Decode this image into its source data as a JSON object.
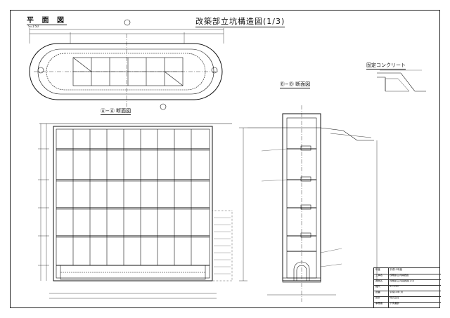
{
  "title": "改築部立坑構造図(1/3)",
  "plan": {
    "heading": "平 面 図",
    "scale": "S=1:50"
  },
  "section_aa": {
    "title": "Ⓐ−Ⓐ 断面図"
  },
  "section_bb": {
    "title": "Ⓑ−Ⓑ 断面図"
  },
  "fixed_concrete": {
    "title": "固定コンクリート"
  },
  "title_block": {
    "rows": [
      {
        "key": "年度",
        "value": "平成13年度"
      },
      {
        "key": "工事名",
        "value": "改築部立坑構造図"
      },
      {
        "key": "図面名",
        "value": "改築部立坑構造図(1/3)"
      },
      {
        "key": "縮尺",
        "value": "S=1:50"
      },
      {
        "key": "図番",
        "value": "平成13年 月"
      },
      {
        "key": "設計",
        "value": "株式会社"
      },
      {
        "key": "事業者",
        "value": "下水道部"
      }
    ]
  }
}
